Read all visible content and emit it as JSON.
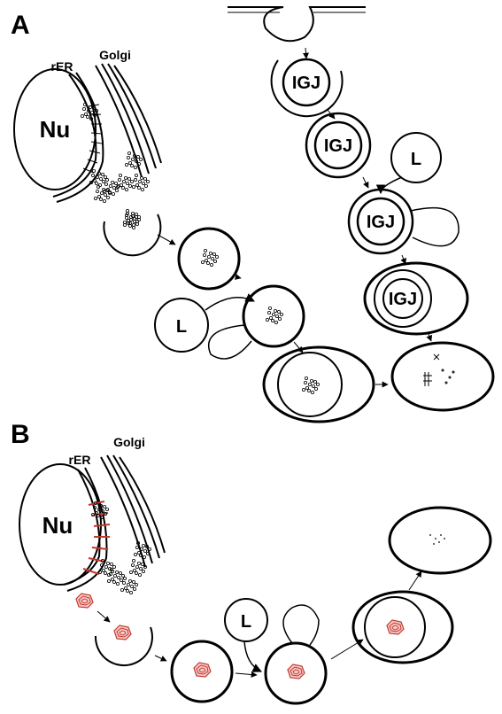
{
  "panel_a": {
    "letter": "A",
    "nucleus_label": "Nu",
    "rer_label": "rER",
    "golgi_label": "Golgi",
    "lysosome_label": "L",
    "igj_label": "IGJ"
  },
  "panel_b": {
    "letter": "B",
    "nucleus_label": "Nu",
    "rer_label": "rER",
    "golgi_label": "Golgi",
    "lysosome_label": "L"
  },
  "colors": {
    "line": "#000000",
    "aggregate_red": "#c0392b",
    "aggregate_pink": "#f4a6a6"
  }
}
